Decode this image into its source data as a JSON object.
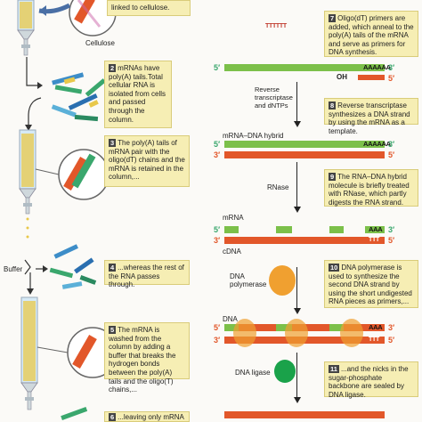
{
  "left_labels": {
    "cellulose": "Cellulose",
    "buffer": "Buffer"
  },
  "left_steps": [
    {
      "num": "",
      "text": "linked to cellulose."
    },
    {
      "num": "2",
      "text": "mRNAs have poly(A) tails.Total cellular RNA is isolated from cells and passed through the column."
    },
    {
      "num": "3",
      "text": "The poly(A) tails of mRNA pair with the oligo(dT) chains and the mRNA is retained in the column,..."
    },
    {
      "num": "4",
      "text": "...whereas the rest of the RNA passes through."
    },
    {
      "num": "5",
      "text": "The mRNA is washed from the column by adding a buffer that breaks the hydrogen bonds between the poly(A) tails and the oligo(T) chains,..."
    },
    {
      "num": "6",
      "text": "...leaving only mRNA"
    }
  ],
  "right_steps": [
    {
      "num": "7",
      "text": "Oligo(dT) primers are added, which anneal to the poly(A) tails of the mRNA and serve as primers for DNA synthesis."
    },
    {
      "num": "8",
      "text": "Reverse transcriptase synthesizes a DNA strand by using the mRNA as a template."
    },
    {
      "num": "9",
      "text": "The RNA–DNA hybrid molecule is briefly treated with RNase, which partly digests the RNA strand."
    },
    {
      "num": "10",
      "text": "DNA polymerase is used to synthesize the second DNA strand by using the short undigested RNA pieces as primers,..."
    },
    {
      "num": "11",
      "text": "...and the nicks in the sugar-phosphate backbone are sealed by DNA ligase."
    }
  ],
  "right_labels": {
    "tttttt": "TTTTTT",
    "aaaaaa": "AAAAAA",
    "ttt_short": "TTT",
    "aaa": "AAA",
    "oh": "OH",
    "prime5": "5′",
    "prime3": "3′",
    "reverse_transcriptase": "Reverse transcriptase and dNTPs",
    "mrna_dna_hybrid": "mRNA–DNA hybrid",
    "rnase": "RNase",
    "mrna": "mRNA",
    "cdna": "cDNA",
    "dna_polymerase": "DNA polymerase",
    "dna": "DNA",
    "dna_ligase": "DNA ligase"
  },
  "colors": {
    "rna": "#7cc04a",
    "dna": "#e2572a",
    "polymerase": "#f0a030",
    "ligase": "#1aa24a",
    "box": "#f6eeb4",
    "column": "#d6eaf6"
  }
}
